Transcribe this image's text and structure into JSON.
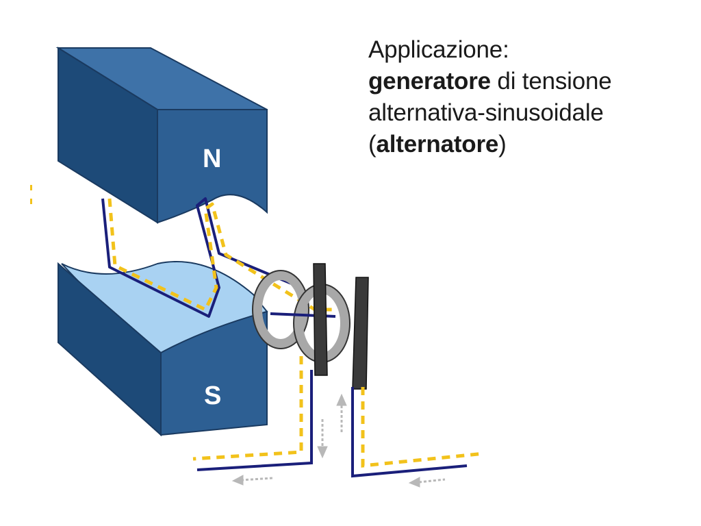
{
  "caption": {
    "line1": "Applicazione:",
    "line2_bold": "generatore",
    "line2_rest": " di tensione",
    "line3": "alternativa-sinusoidale",
    "line4_open": "(",
    "line4_bold": "alternatore",
    "line4_close": ")"
  },
  "diagram": {
    "north_label": "N",
    "south_label": "S"
  },
  "colors": {
    "magnet_front": "#2d5f93",
    "magnet_top": "#3e72a8",
    "magnet_side": "#1d4a78",
    "pole_face": "#a9d2f2",
    "wire": "#1a1f7a",
    "current_path": "#f2c21b",
    "ring": "#a8a8a8",
    "brush": "#3a3a3a",
    "arrow": "#b8b8b8"
  }
}
